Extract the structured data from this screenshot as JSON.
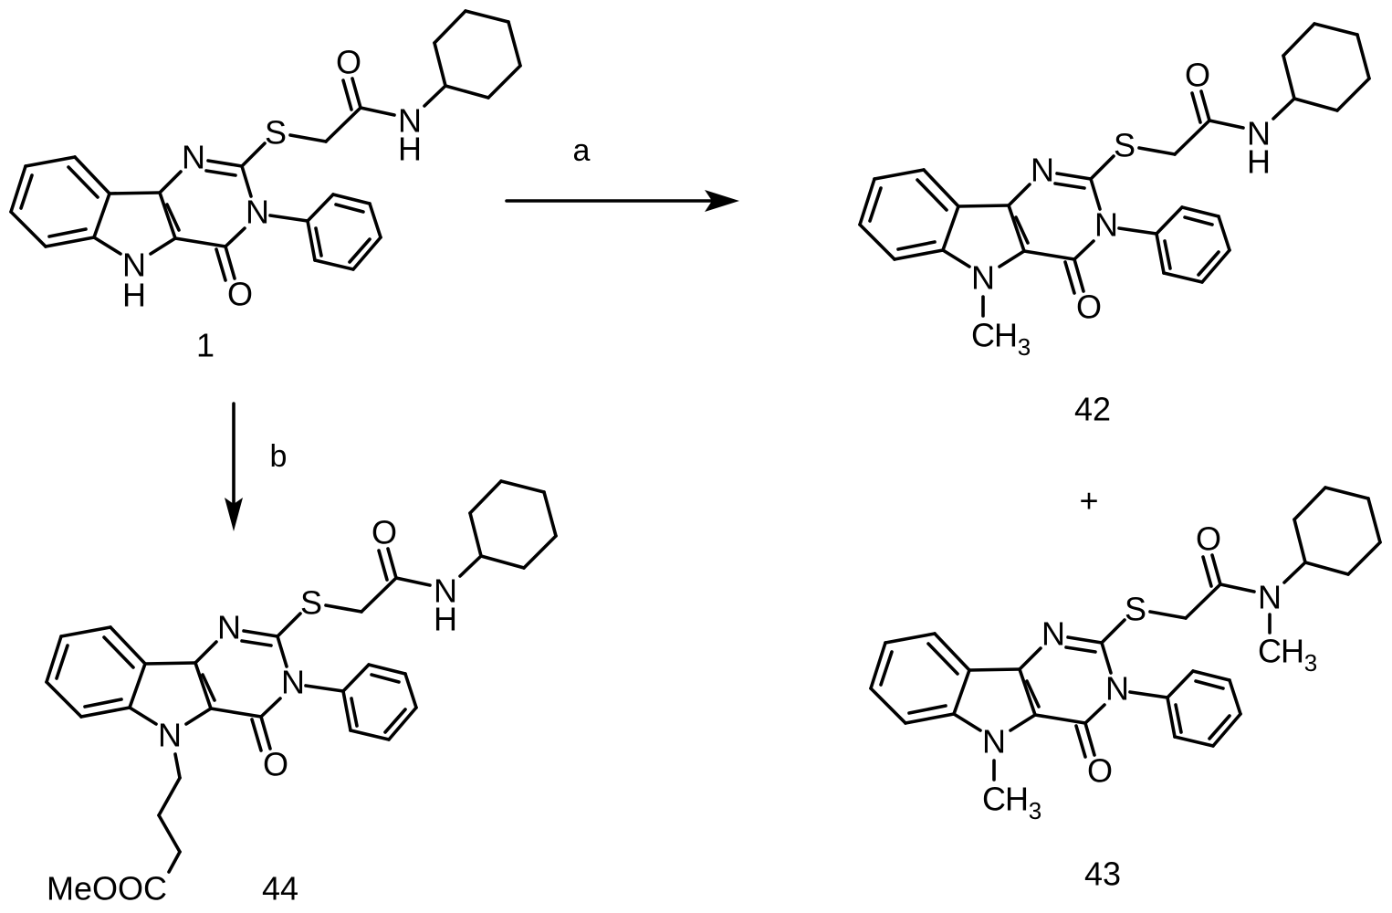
{
  "scheme": {
    "arrows": [
      {
        "id": "a",
        "label": "a",
        "direction": "right"
      },
      {
        "id": "b",
        "label": "b",
        "direction": "down"
      }
    ],
    "plus": "+",
    "compounds": [
      {
        "id": "1",
        "label": "1",
        "n5_substituent": "H",
        "amide_n_substituent": "H"
      },
      {
        "id": "42",
        "label": "42",
        "n5_substituent": "CH3",
        "amide_n_substituent": "H"
      },
      {
        "id": "43",
        "label": "43",
        "n5_substituent": "CH3",
        "amide_n_substituent": "CH3"
      },
      {
        "id": "44",
        "label": "44",
        "n5_substituent": "CH2CH2CH2COOMe",
        "amide_n_substituent": "H"
      }
    ]
  },
  "atoms": {
    "N": "N",
    "S": "S",
    "O": "O",
    "H": "H",
    "C": "C",
    "H_sub": "H",
    "three": "3",
    "ester": "MeOOC"
  }
}
